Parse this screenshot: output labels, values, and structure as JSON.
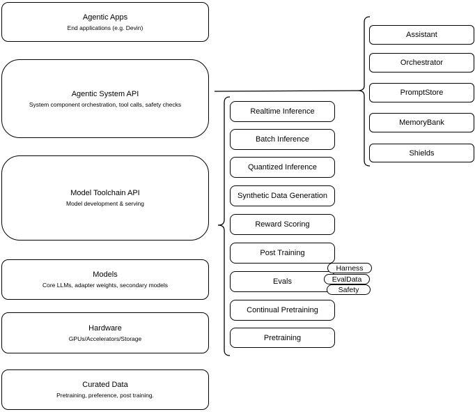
{
  "diagram": {
    "colors": {
      "background": "#ffffff",
      "stroke": "#000000",
      "text": "#000000"
    },
    "left_stack": [
      {
        "title": "Agentic Apps",
        "subtitle": "End applications (e.g. Devin)"
      },
      {
        "title": "Agentic System API",
        "subtitle": "System component orchestration, tool calls, safety checks"
      },
      {
        "title": "Model Toolchain API",
        "subtitle": "Model development & serving"
      },
      {
        "title": "Models",
        "subtitle": "Core LLMs, adapter weights, secondary models"
      },
      {
        "title": "Hardware",
        "subtitle": "GPUs/Accelerators/Storage"
      },
      {
        "title": "Curated Data",
        "subtitle": "Pretraining, preference, post training."
      }
    ],
    "toolchain_services": [
      {
        "label": "Realtime Inference"
      },
      {
        "label": "Batch Inference"
      },
      {
        "label": "Quantized Inference"
      },
      {
        "label": "Synthetic Data Generation"
      },
      {
        "label": "Reward Scoring"
      },
      {
        "label": "Post Training"
      },
      {
        "label": "Evals"
      },
      {
        "label": "Continual Pretraining"
      },
      {
        "label": "Pretraining"
      }
    ],
    "evals_tags": [
      {
        "label": "Harness"
      },
      {
        "label": "EvalData"
      },
      {
        "label": "Safety"
      }
    ],
    "system_components": [
      {
        "label": "Assistant"
      },
      {
        "label": "Orchestrator"
      },
      {
        "label": "PromptStore"
      },
      {
        "label": "MemoryBank"
      },
      {
        "label": "Shields"
      }
    ]
  }
}
